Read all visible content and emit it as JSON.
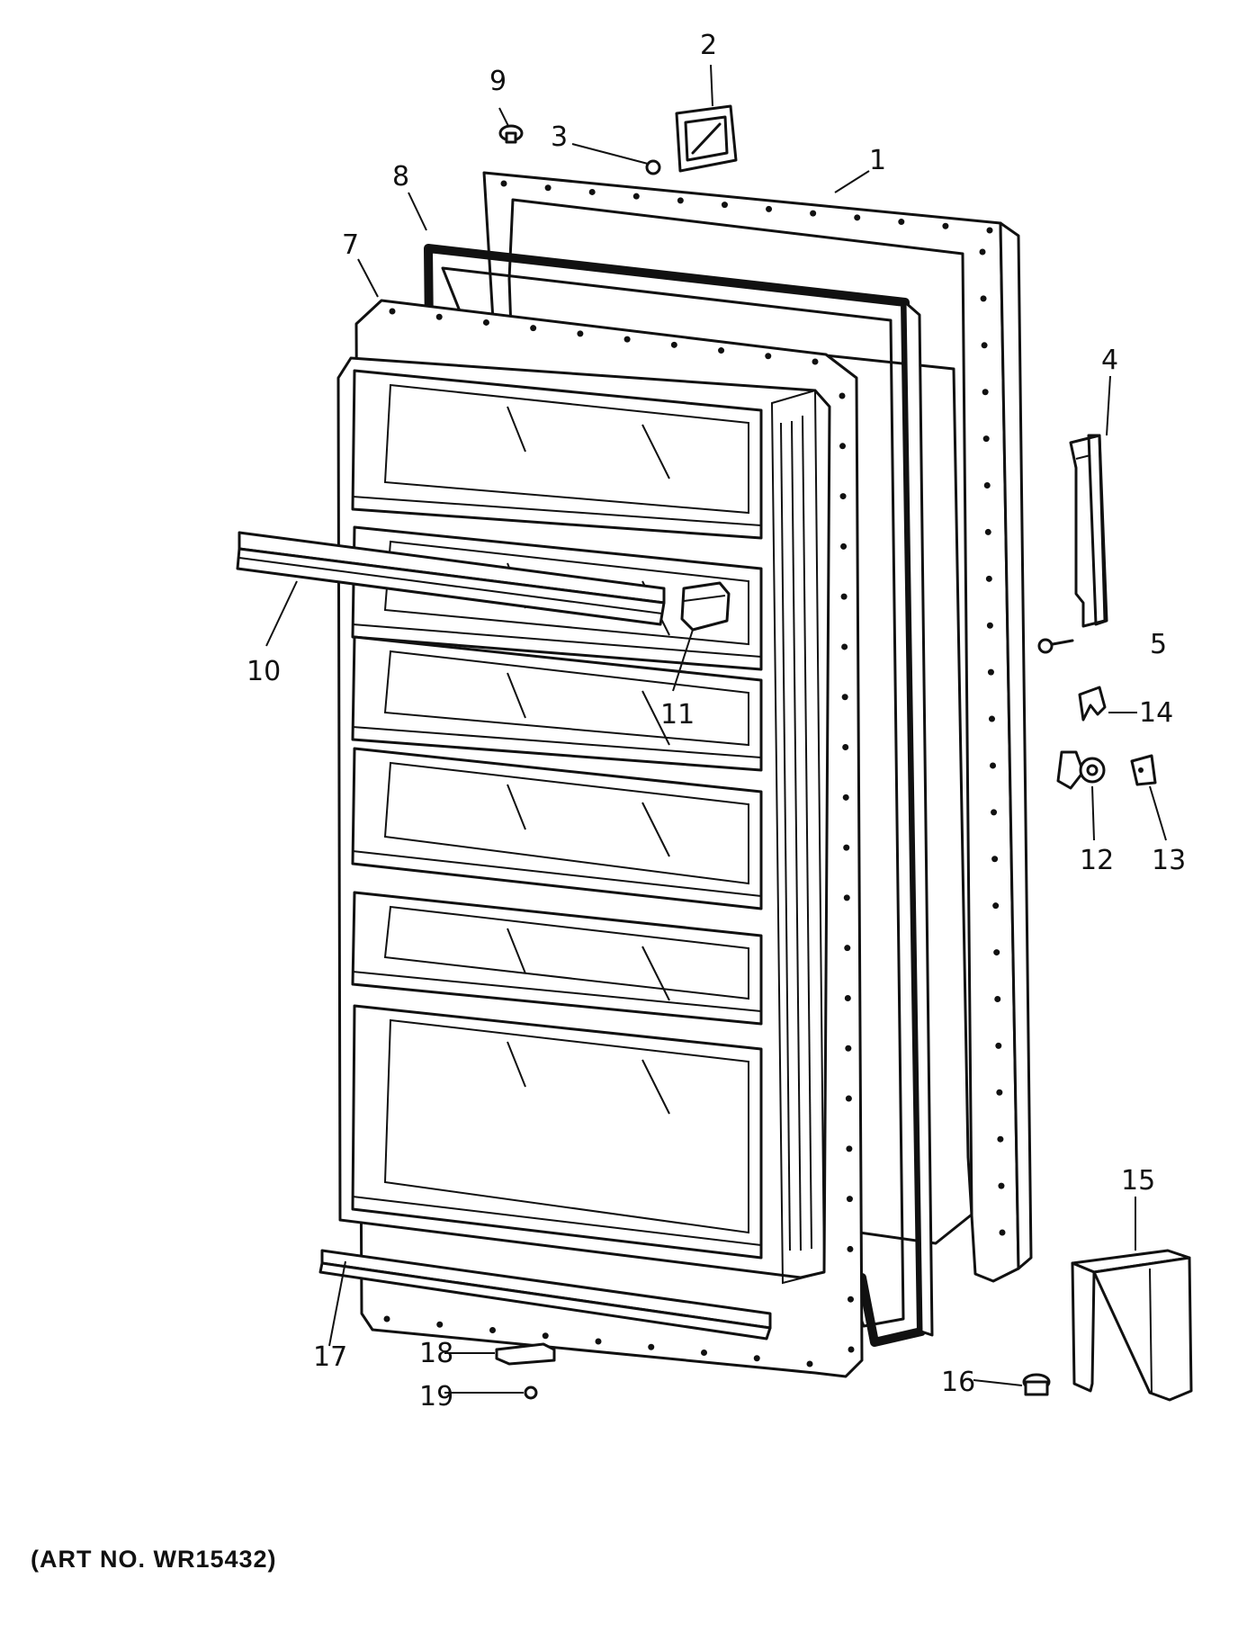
{
  "diagram": {
    "art_number": "(ART NO. WR15432)",
    "callouts": [
      {
        "id": "1",
        "label": "1"
      },
      {
        "id": "2",
        "label": "2"
      },
      {
        "id": "3",
        "label": "3"
      },
      {
        "id": "4",
        "label": "4"
      },
      {
        "id": "5",
        "label": "5"
      },
      {
        "id": "7",
        "label": "7"
      },
      {
        "id": "8",
        "label": "8"
      },
      {
        "id": "9",
        "label": "9"
      },
      {
        "id": "10",
        "label": "10"
      },
      {
        "id": "11",
        "label": "11"
      },
      {
        "id": "12",
        "label": "12"
      },
      {
        "id": "13",
        "label": "13"
      },
      {
        "id": "14",
        "label": "14"
      },
      {
        "id": "15",
        "label": "15"
      },
      {
        "id": "16",
        "label": "16"
      },
      {
        "id": "17",
        "label": "17"
      },
      {
        "id": "18",
        "label": "18"
      },
      {
        "id": "19",
        "label": "19"
      }
    ]
  }
}
